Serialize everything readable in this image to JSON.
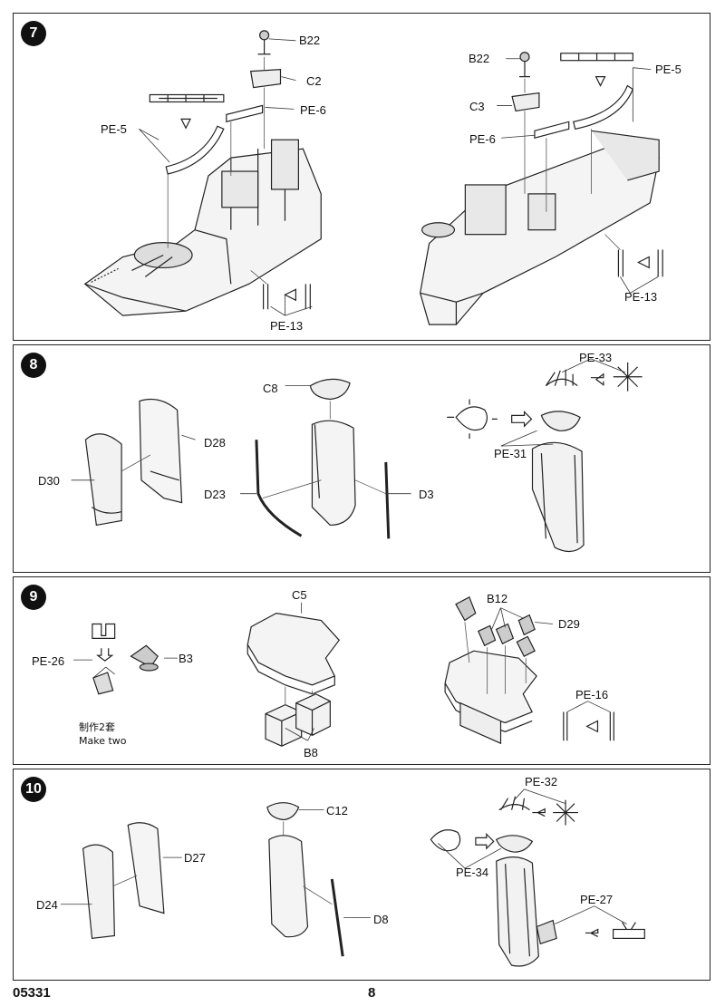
{
  "steps": [
    {
      "number": "7",
      "labels": {
        "b22_left": "B22",
        "c2": "C2",
        "pe5_left": "PE-5",
        "pe6_left": "PE-6",
        "pe13_left": "PE-13",
        "b22_right": "B22",
        "pe5_right": "PE-5",
        "c3": "C3",
        "pe6_right": "PE-6",
        "pe13_right": "PE-13"
      }
    },
    {
      "number": "8",
      "labels": {
        "c8": "C8",
        "d28": "D28",
        "d30": "D30",
        "d23": "D23",
        "d3": "D3",
        "pe33": "PE-33",
        "pe31": "PE-31"
      }
    },
    {
      "number": "9",
      "labels": {
        "pe26": "PE-26",
        "b3": "B3",
        "c5": "C5",
        "b8": "B8",
        "b12": "B12",
        "d29": "D29",
        "pe16": "PE-16"
      },
      "note_cn": "制作2套",
      "note_en": "Make two"
    },
    {
      "number": "10",
      "labels": {
        "c12": "C12",
        "d27": "D27",
        "d24": "D24",
        "d8": "D8",
        "pe32": "PE-32",
        "pe34": "PE-34",
        "pe27": "PE-27"
      }
    }
  ],
  "footer": {
    "code": "05331",
    "page": "8"
  }
}
